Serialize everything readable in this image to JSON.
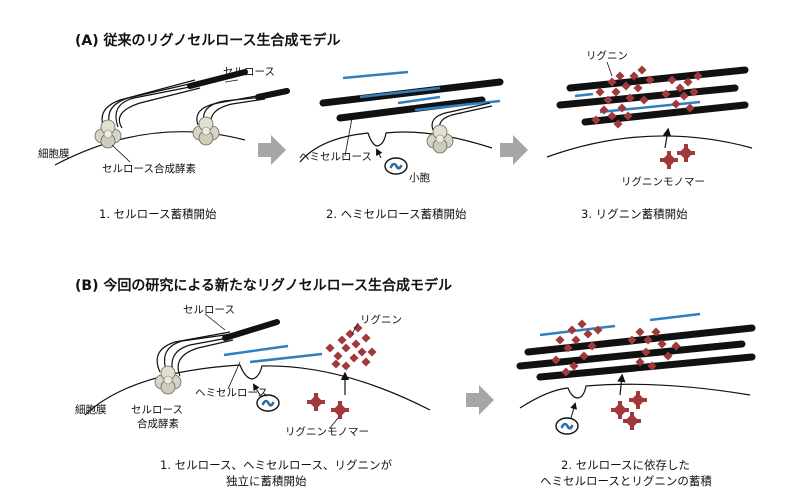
{
  "section_a": {
    "title": "(A) 従来のリグノセルロース生合成モデル",
    "step1": {
      "caption": "1. セルロース蓄積開始",
      "labels": {
        "cellulose": "セルロース",
        "membrane": "細胞膜",
        "synthase": "セルロース合成酵素"
      }
    },
    "step2": {
      "caption": "2. ヘミセルロース蓄積開始",
      "labels": {
        "hemicellulose": "ヘミセルロース",
        "vesicle": "小胞"
      }
    },
    "step3": {
      "caption": "3. リグニン蓄積開始",
      "labels": {
        "lignin": "リグニン",
        "monomer": "リグニンモノマー"
      }
    }
  },
  "section_b": {
    "title": "(B) 今回の研究による新たなリグノセルロース生合成モデル",
    "step1": {
      "caption_line1": "1. セルロース、ヘミセルロース、リグニンが",
      "caption_line2": "独立に蓄積開始",
      "labels": {
        "cellulose": "セルロース",
        "lignin": "リグニン",
        "membrane": "細胞膜",
        "synthase_line1": "セルロース",
        "synthase_line2": "合成酵素",
        "hemicellulose": "ヘミセルロース",
        "monomer": "リグニンモノマー"
      }
    },
    "step2": {
      "caption_line1": "2. セルロースに依存した",
      "caption_line2": "ヘミセルロースとリグニンの蓄積"
    }
  },
  "colors": {
    "cellulose": "#111111",
    "hemicellulose": "#2f7fc1",
    "lignin": "#a03a3a",
    "synthase": "#d8d5c4",
    "arrow": "#a6a6a6",
    "vesicle_cargo": "#2a6ea8"
  }
}
